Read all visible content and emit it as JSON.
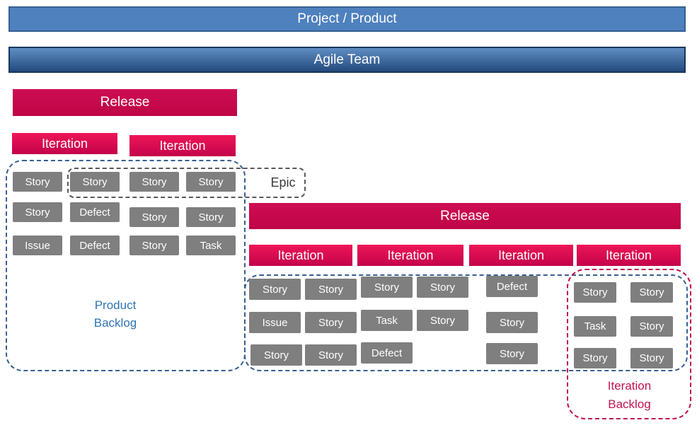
{
  "top_bars": {
    "project": {
      "label": "Project / Product"
    },
    "agile_team": {
      "label": "Agile Team"
    }
  },
  "release_track_1": {
    "release_label": "Release",
    "iterations": [
      "Iteration",
      "Iteration"
    ]
  },
  "epic": {
    "label": "Epic"
  },
  "product_backlog": {
    "label": [
      "Product",
      "Backlog"
    ],
    "label_text": "Product\nBacklog",
    "grid": [
      [
        "Story",
        "Story",
        "Story",
        "Story"
      ],
      [
        "Story",
        "Defect",
        "Story",
        "Story"
      ],
      [
        "Issue",
        "Defect",
        "Story",
        "Task"
      ]
    ]
  },
  "release_track_2": {
    "release_label": "Release",
    "iterations": [
      "Iteration",
      "Iteration",
      "Iteration",
      "Iteration"
    ],
    "grid": [
      [
        "Story",
        "Story",
        "Story",
        "Story",
        "Defect"
      ],
      [
        "Issue",
        "Story",
        "Task",
        "Story",
        "Story"
      ],
      [
        "Story",
        "Story",
        "Defect",
        "Story"
      ]
    ]
  },
  "iteration_backlog": {
    "label": [
      "Iteration",
      "Backlog"
    ],
    "label_text": "Iteration\nBacklog",
    "grid": [
      [
        "Story",
        "Story"
      ],
      [
        "Task",
        "Story"
      ],
      [
        "Story",
        "Story"
      ]
    ]
  },
  "colors": {
    "blue_bar": "#4E81BD",
    "blue_bar_border": "#365F91",
    "agile_gradient_top": "#5F8DC3",
    "agile_gradient_bottom": "#234A7D",
    "crimson": "#BE0546",
    "iteration_top": "#EE1658",
    "iteration_bottom": "#C3024A",
    "gray_box": "#7F7F7F",
    "blue_dash": "#365F91",
    "red_dash": "#C00C4E",
    "epic_dash": "#595959",
    "product_backlog_text": "#2E74B5",
    "iteration_backlog_text": "#C01350"
  }
}
